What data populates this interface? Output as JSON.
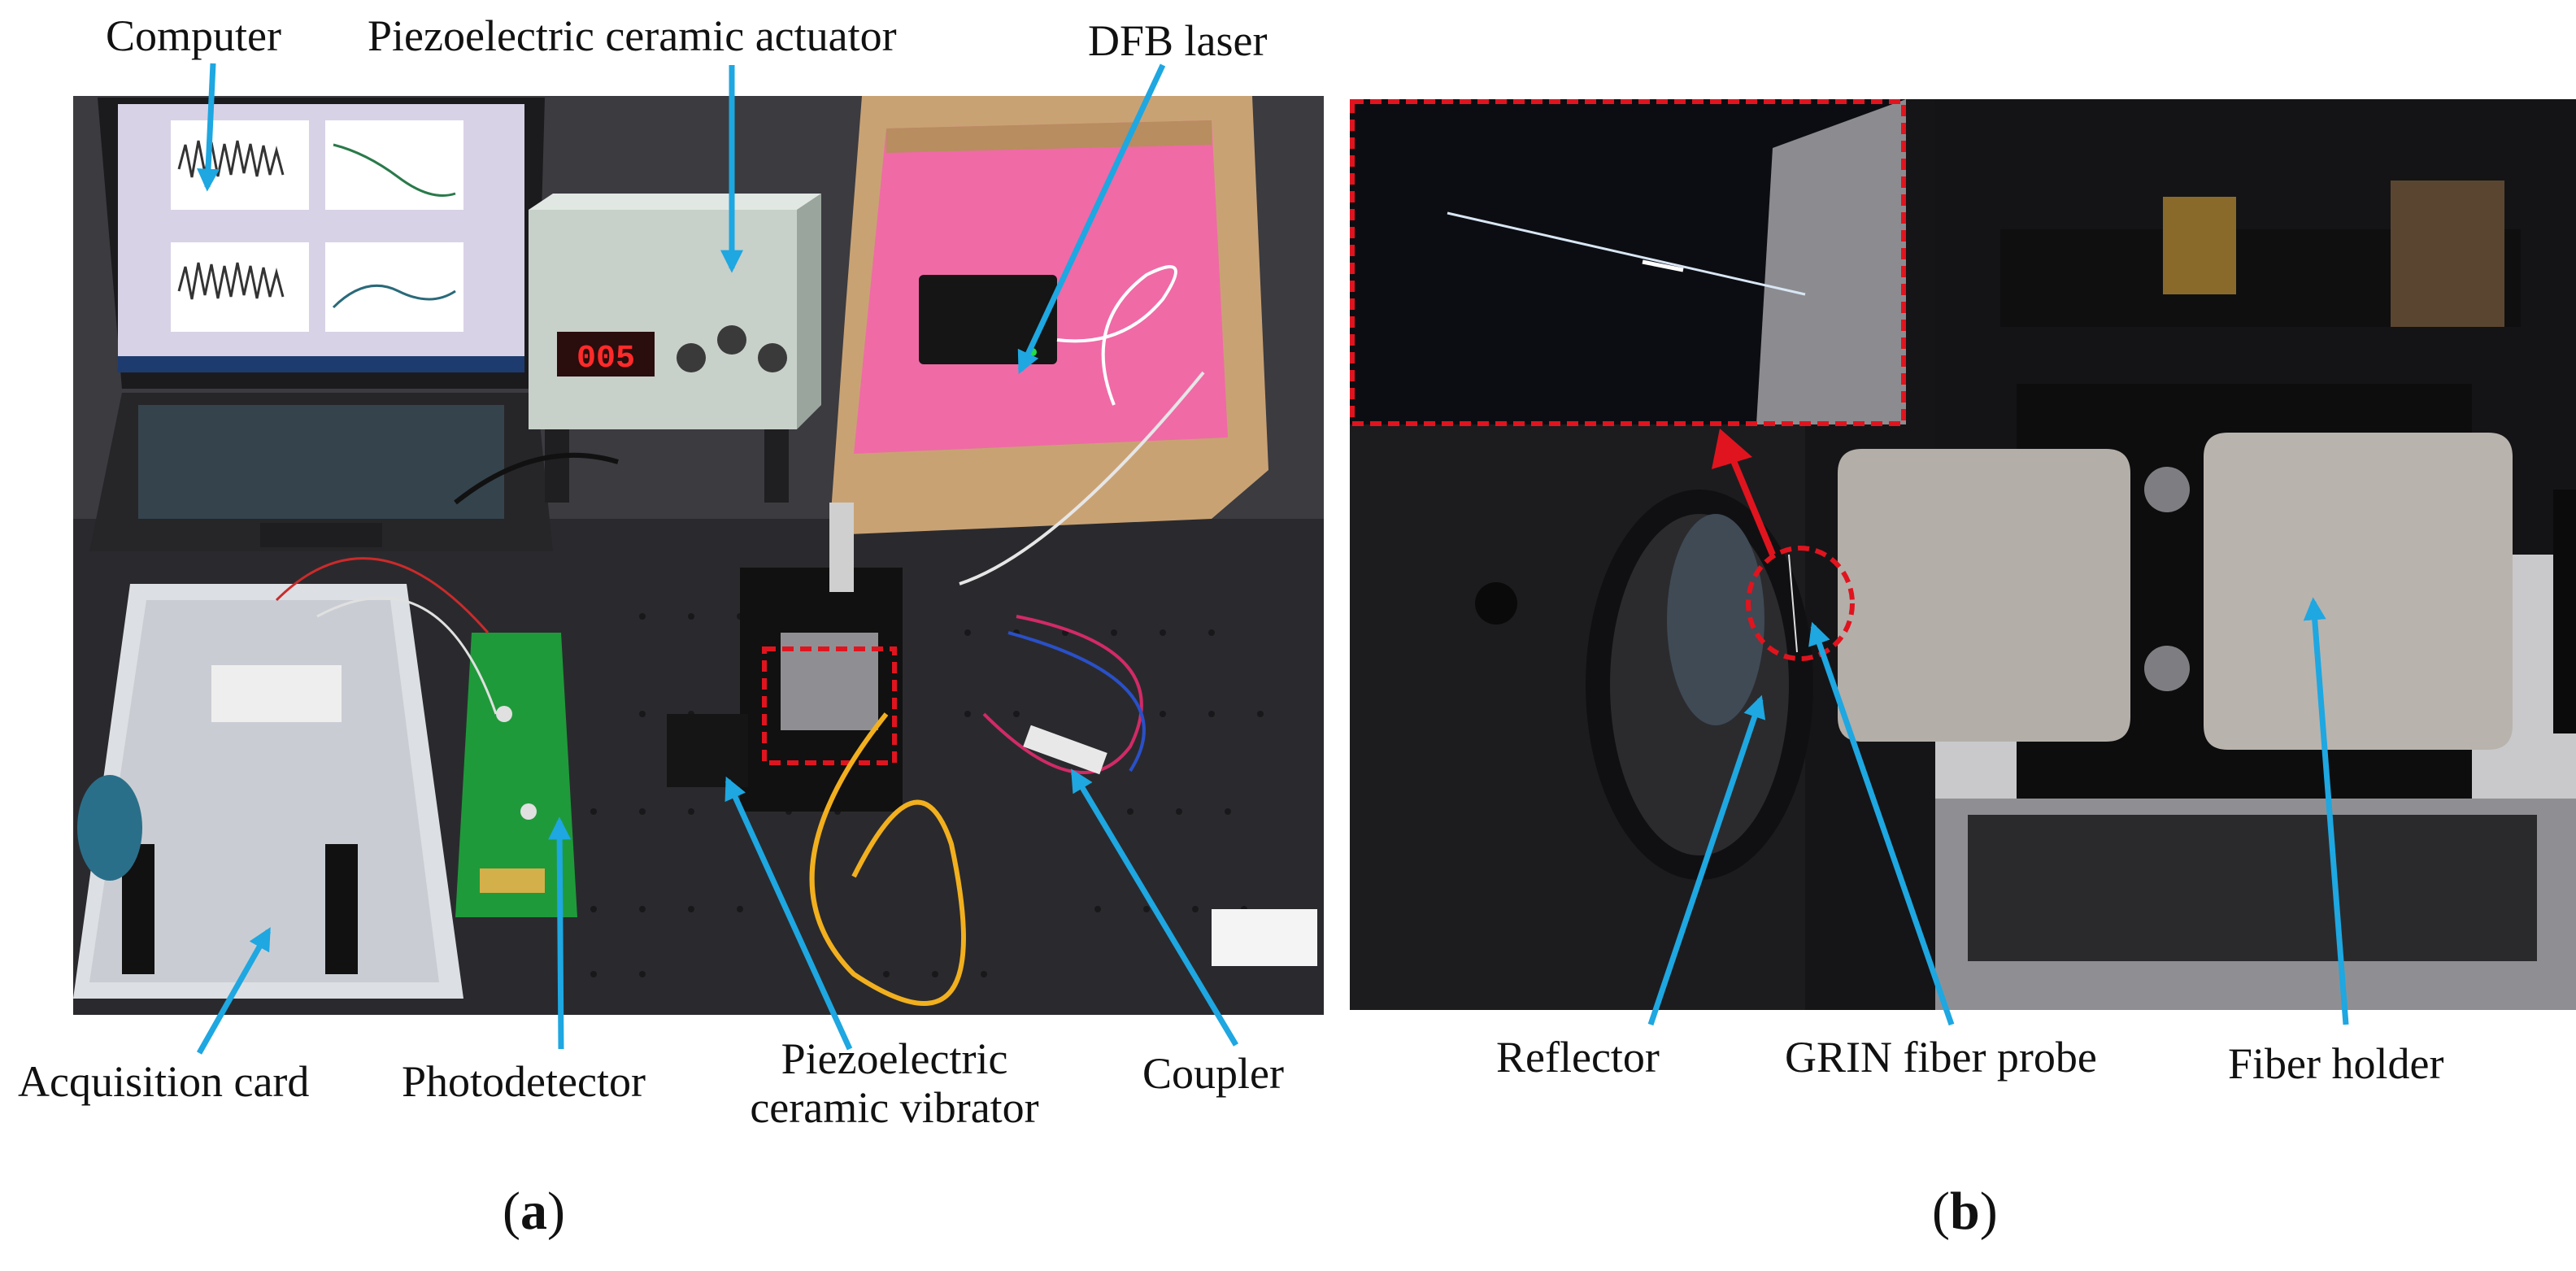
{
  "panel_a": {
    "labels": {
      "computer": "Computer",
      "piezo_actuator": "Piezoelectric ceramic actuator",
      "dfb_laser": "DFB laser",
      "acquisition_card": "Acquisition card",
      "photodetector": "Photodetector",
      "piezo_vibrator_line1": "Piezoelectric",
      "piezo_vibrator_line2": "ceramic vibrator",
      "coupler": "Coupler"
    },
    "display_readout": "005",
    "tag_open": "(",
    "tag_letter": "a",
    "tag_close": ")"
  },
  "panel_b": {
    "labels": {
      "reflector": "Reflector",
      "grin_probe": "GRIN fiber probe",
      "fiber_holder": "Fiber holder"
    },
    "tag_open": "(",
    "tag_letter": "b",
    "tag_close": ")"
  },
  "colors": {
    "label_arrow": "#1ea7e1",
    "highlight_box": "#e0141e",
    "pink_foam": "#f06aa6",
    "cardboard": "#c9a274",
    "pcb_green": "#1f9a3a",
    "fiber_yellow": "#f2b01e"
  }
}
